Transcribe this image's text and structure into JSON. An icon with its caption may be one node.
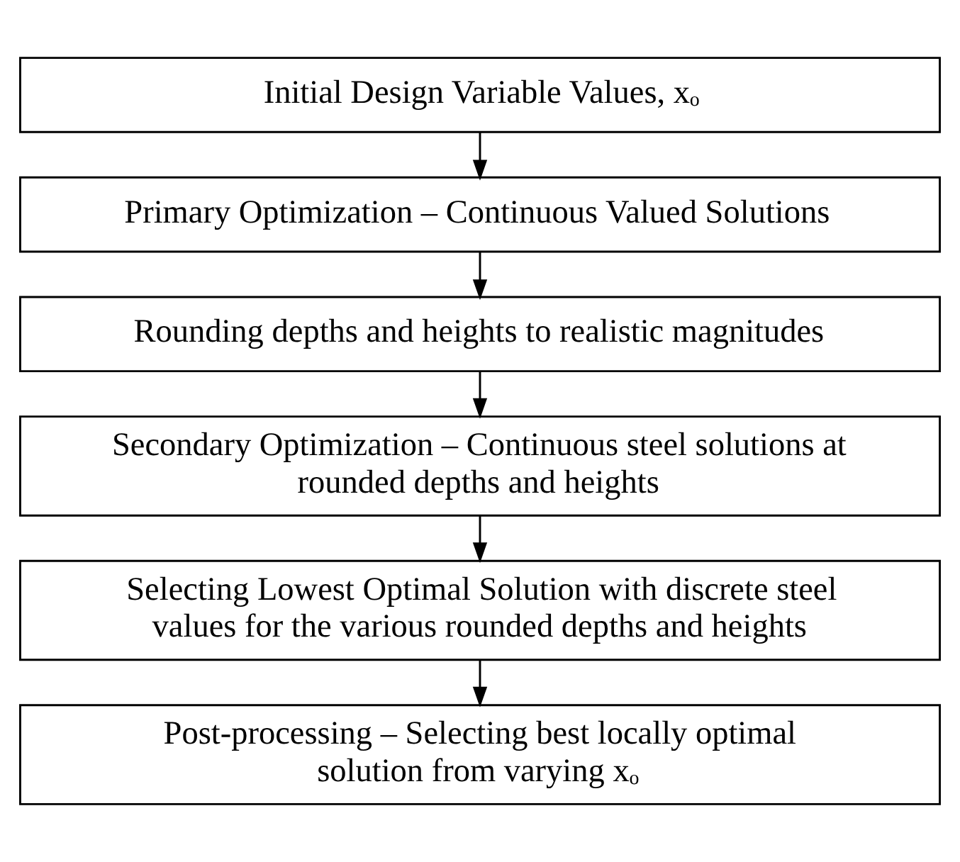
{
  "diagram": {
    "nodes": [
      {
        "text": [
          "Initial Design Variable Values, xₒ"
        ]
      },
      {
        "text": [
          "Primary Optimization – Continuous Valued Solutions"
        ]
      },
      {
        "text": [
          "Rounding depths and heights to realistic magnitudes"
        ]
      },
      {
        "text": [
          "Secondary Optimization – Continuous steel solutions at rounded depths and heights"
        ]
      },
      {
        "text": [
          "Selecting Lowest Optimal Solution with discrete steel values for the various rounded depths and heights"
        ]
      },
      {
        "text": [
          "Post-processing – Selecting best locally optimal solution from varying xₒ"
        ]
      }
    ],
    "edges": [
      {
        "from": 0,
        "to": 1,
        "arrow": "to"
      },
      {
        "from": 1,
        "to": 2,
        "arrow": "to"
      },
      {
        "from": 2,
        "to": 3,
        "arrow": "to"
      },
      {
        "from": 3,
        "to": 4,
        "arrow": "to"
      },
      {
        "from": 4,
        "to": 5,
        "arrow": "to"
      }
    ]
  }
}
